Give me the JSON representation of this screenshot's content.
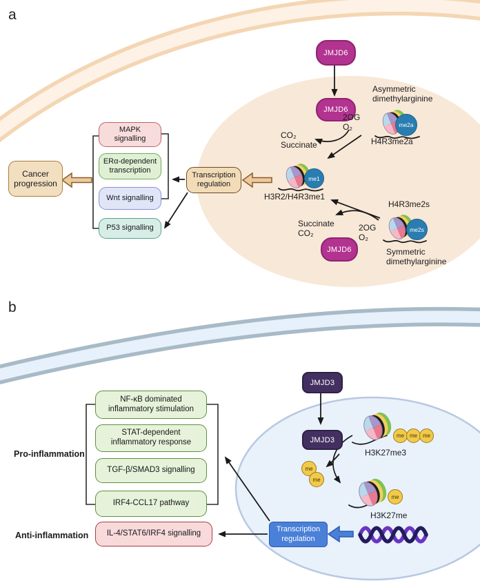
{
  "panel_a": {
    "panel_label": "a",
    "enzyme_top": "JMJD6",
    "enzyme_mid": "JMJD6",
    "enzyme_bottom": "JMJD6",
    "cofactors_top": {
      "line1": "2OG",
      "line2": "O₂"
    },
    "products_top": {
      "line1": "CO₂",
      "line2": "Succinate"
    },
    "products_bottom": {
      "line1": "Succinate",
      "line2": "CO₂"
    },
    "cofactors_bottom": {
      "line1": "2OG",
      "line2": "O₂"
    },
    "asymmetric_label": {
      "line1": "Asymmetric",
      "line2": "dimethylarginine"
    },
    "symmetric_label": {
      "line1": "Symmetric",
      "line2": "dimethylarginine"
    },
    "h4r3me2a_label": "H4R3me2a",
    "h3r2_h4r3me1_label": "H3R2/H4R3me1",
    "h4r3me2s_label": "H4R3me2s",
    "me2a_chip": "me2a",
    "me1_chip": "me1",
    "me2s_chip": "me2s",
    "transcription_regulation": {
      "line1": "Transcription",
      "line2": "regulation"
    },
    "pathways": {
      "mapk": {
        "line1": "MAPK",
        "line2": "signalling"
      },
      "era": {
        "line1": "ERα-dependent",
        "line2": "transcription"
      },
      "wnt": "Wnt signalling",
      "p53": "P53 signalling"
    },
    "cancer_progression": {
      "line1": "Cancer",
      "line2": "progression"
    }
  },
  "panel_b": {
    "panel_label": "b",
    "enzyme_top": "JMJD3",
    "enzyme_inner": "JMJD3",
    "h3k27me3_label": "H3K27me3",
    "h3k27me_label": "H3K27me",
    "me_chip": "me",
    "transcription_regulation": {
      "line1": "Transcription",
      "line2": "regulation"
    },
    "pro_inflammation_label": "Pro-inflammation",
    "anti_inflammation_label": "Anti-inflammation",
    "pathways": {
      "nfkb": {
        "line1": "NF-κB dominated",
        "line2": "inflammatory stimulation"
      },
      "stat": {
        "line1": "STAT-dependent",
        "line2": "inflammatory response"
      },
      "tgf": "TGF-β/SMAD3 signalling",
      "irf4": "IRF4-CCL17 pathway",
      "il4": "IL-4/STAT6/IRF4 signalling"
    }
  },
  "colors": {
    "jmjd6_pill": "#b23390",
    "jmjd3_pill": "#443060",
    "me_blue_chip": "#2a7db0",
    "me_yellow_chip": "#f2ca4a",
    "membrane_a": "#f4d6b4",
    "cell_a_fill": "#f8e8d7",
    "membrane_b": "#a9bac7",
    "cell_b_fill": "#e9f1fb",
    "transcription_blue_box": "#4a80d8",
    "tan_box": "#f2dfc0",
    "green_box": "#e7f2da",
    "pink_box": "#f9dadb"
  }
}
